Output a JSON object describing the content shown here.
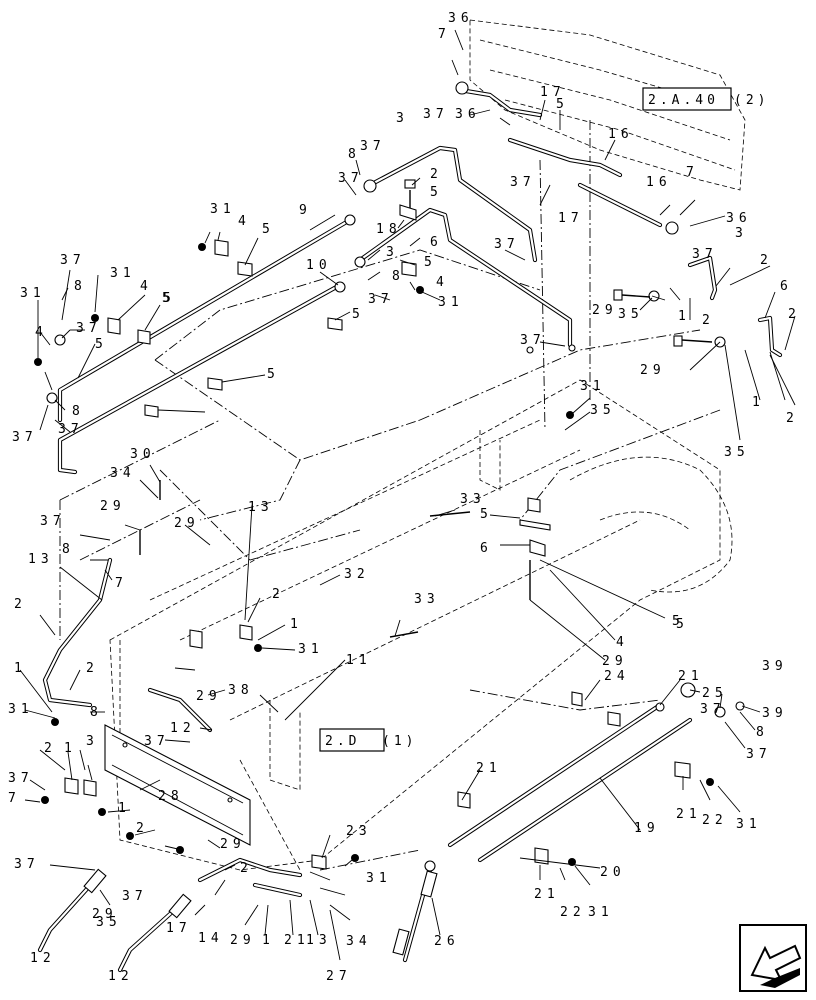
{
  "callouts": [
    {
      "id": "c36a",
      "text": "36"
    },
    {
      "id": "c7a",
      "text": "7"
    },
    {
      "id": "c37a",
      "text": "37"
    },
    {
      "id": "c36b",
      "text": "36"
    },
    {
      "id": "c17a",
      "text": "17"
    },
    {
      "id": "c5a",
      "text": "5"
    },
    {
      "id": "c16a",
      "text": "16"
    },
    {
      "id": "c37b",
      "text": "37"
    },
    {
      "id": "c17b",
      "text": "17"
    },
    {
      "id": "c16b",
      "text": "16"
    },
    {
      "id": "c7b",
      "text": "7"
    },
    {
      "id": "c36c",
      "text": "36"
    },
    {
      "id": "c3a",
      "text": "3"
    },
    {
      "id": "c8a",
      "text": "8"
    },
    {
      "id": "c37c",
      "text": "37"
    },
    {
      "id": "c37d",
      "text": "37"
    },
    {
      "id": "c2a",
      "text": "2"
    },
    {
      "id": "c18a",
      "text": "18"
    },
    {
      "id": "c5b",
      "text": "5"
    },
    {
      "id": "c6a",
      "text": "6"
    },
    {
      "id": "c31a",
      "text": "31"
    },
    {
      "id": "c4a",
      "text": "4"
    },
    {
      "id": "c5c",
      "text": "5"
    },
    {
      "id": "c9a",
      "text": "9"
    },
    {
      "id": "c37e",
      "text": "37"
    },
    {
      "id": "c3b",
      "text": "3"
    },
    {
      "id": "c5d",
      "text": "5"
    },
    {
      "id": "c10a",
      "text": "10"
    },
    {
      "id": "c8b",
      "text": "8"
    },
    {
      "id": "c4b",
      "text": "4"
    },
    {
      "id": "c37f",
      "text": "37"
    },
    {
      "id": "c31b",
      "text": "31"
    },
    {
      "id": "c37g",
      "text": "37"
    },
    {
      "id": "c31c",
      "text": "31"
    },
    {
      "id": "c4c",
      "text": "4"
    },
    {
      "id": "c5e",
      "text": "5"
    },
    {
      "id": "c31d",
      "text": "31"
    },
    {
      "id": "c8c",
      "text": "8"
    },
    {
      "id": "c37h",
      "text": "37"
    },
    {
      "id": "c4d",
      "text": "4"
    },
    {
      "id": "c5f",
      "text": "5"
    },
    {
      "id": "c5g",
      "text": "5"
    },
    {
      "id": "c5h",
      "text": "5"
    },
    {
      "id": "c5i",
      "text": "5"
    },
    {
      "id": "c8d",
      "text": "8"
    },
    {
      "id": "c37i",
      "text": "37"
    },
    {
      "id": "c37j",
      "text": "37"
    },
    {
      "id": "c37k",
      "text": "37"
    },
    {
      "id": "c3c",
      "text": "3"
    },
    {
      "id": "c2b",
      "text": "2"
    },
    {
      "id": "c6b",
      "text": "6"
    },
    {
      "id": "c29a",
      "text": "29"
    },
    {
      "id": "c35a",
      "text": "35"
    },
    {
      "id": "c1a",
      "text": "1"
    },
    {
      "id": "c2c",
      "text": "2"
    },
    {
      "id": "c2d",
      "text": "2"
    },
    {
      "id": "c29b",
      "text": "29"
    },
    {
      "id": "c35b",
      "text": "35"
    },
    {
      "id": "c1b",
      "text": "1"
    },
    {
      "id": "c2e",
      "text": "2"
    },
    {
      "id": "c37l",
      "text": "37"
    },
    {
      "id": "c31e",
      "text": "31"
    },
    {
      "id": "c35c",
      "text": "35"
    },
    {
      "id": "c30a",
      "text": "30"
    },
    {
      "id": "c34a",
      "text": "34"
    },
    {
      "id": "c29c",
      "text": "29"
    },
    {
      "id": "c37m",
      "text": "37"
    },
    {
      "id": "c29d",
      "text": "29"
    },
    {
      "id": "c13a",
      "text": "13"
    },
    {
      "id": "c8e",
      "text": "8"
    },
    {
      "id": "c7c",
      "text": "7"
    },
    {
      "id": "c13b",
      "text": "13"
    },
    {
      "id": "c33a",
      "text": "33"
    },
    {
      "id": "c5j",
      "text": "5"
    },
    {
      "id": "c6c",
      "text": "6"
    },
    {
      "id": "c5k",
      "text": "5"
    },
    {
      "id": "c4e",
      "text": "4"
    },
    {
      "id": "c5l",
      "text": "5"
    },
    {
      "id": "c32a",
      "text": "32"
    },
    {
      "id": "c2f",
      "text": "2"
    },
    {
      "id": "c2g",
      "text": "2"
    },
    {
      "id": "c1c",
      "text": "1"
    },
    {
      "id": "c31f",
      "text": "31"
    },
    {
      "id": "c33b",
      "text": "33"
    },
    {
      "id": "c29e",
      "text": "29"
    },
    {
      "id": "c1d",
      "text": "1"
    },
    {
      "id": "c2h",
      "text": "2"
    },
    {
      "id": "c11a",
      "text": "11"
    },
    {
      "id": "c29f",
      "text": "29"
    },
    {
      "id": "c38a",
      "text": "38"
    },
    {
      "id": "c31g",
      "text": "31"
    },
    {
      "id": "c8f",
      "text": "8"
    },
    {
      "id": "c12a",
      "text": "12"
    },
    {
      "id": "c37n",
      "text": "37"
    },
    {
      "id": "c3d",
      "text": "3"
    },
    {
      "id": "c39a",
      "text": "39"
    },
    {
      "id": "c24a",
      "text": "24"
    },
    {
      "id": "c21a",
      "text": "21"
    },
    {
      "id": "c25a",
      "text": "25"
    },
    {
      "id": "c37o",
      "text": "37"
    },
    {
      "id": "c39b",
      "text": "39"
    },
    {
      "id": "c8g",
      "text": "8"
    },
    {
      "id": "c37p",
      "text": "37"
    },
    {
      "id": "c2i",
      "text": "2"
    },
    {
      "id": "c37q",
      "text": "37"
    },
    {
      "id": "c7d",
      "text": "7"
    },
    {
      "id": "c1e",
      "text": "1"
    },
    {
      "id": "c28a",
      "text": "28"
    },
    {
      "id": "c21b",
      "text": "21"
    },
    {
      "id": "c19a",
      "text": "19"
    },
    {
      "id": "c21c",
      "text": "21"
    },
    {
      "id": "c22a",
      "text": "22"
    },
    {
      "id": "c31h",
      "text": "31"
    },
    {
      "id": "c1f",
      "text": "1"
    },
    {
      "id": "c2j",
      "text": "2"
    },
    {
      "id": "c29g",
      "text": "29"
    },
    {
      "id": "c23a",
      "text": "23"
    },
    {
      "id": "c20a",
      "text": "20"
    },
    {
      "id": "c31i",
      "text": "31"
    },
    {
      "id": "c37r",
      "text": "37"
    },
    {
      "id": "c2k",
      "text": "2"
    },
    {
      "id": "c21d",
      "text": "21"
    },
    {
      "id": "c22b",
      "text": "22"
    },
    {
      "id": "c31j",
      "text": "31"
    },
    {
      "id": "c29h",
      "text": "29"
    },
    {
      "id": "c37s",
      "text": "37"
    },
    {
      "id": "c35d",
      "text": "35"
    },
    {
      "id": "c17c",
      "text": "17"
    },
    {
      "id": "c14a",
      "text": "14"
    },
    {
      "id": "c29i",
      "text": "29"
    },
    {
      "id": "c1g",
      "text": "1"
    },
    {
      "id": "c21e",
      "text": "21"
    },
    {
      "id": "c13c",
      "text": "13"
    },
    {
      "id": "c34b",
      "text": "34"
    },
    {
      "id": "c26a",
      "text": "26"
    },
    {
      "id": "c12b",
      "text": "12"
    },
    {
      "id": "c12c",
      "text": "12"
    },
    {
      "id": "c27a",
      "text": "27"
    }
  ],
  "references": {
    "ref1": "2.A.40",
    "ref1_suffix": "(2)",
    "ref2": "2.D",
    "ref2_suffix": "(1)"
  },
  "icons": {
    "corner": "view-direction-arrow-icon"
  }
}
